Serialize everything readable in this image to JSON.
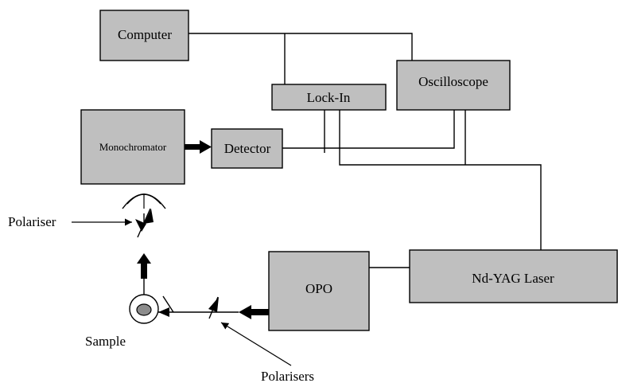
{
  "diagram": {
    "blocks": {
      "computer": "Computer",
      "lockin": "Lock-In",
      "oscilloscope": "Oscilloscope",
      "monochromator": "Monochromator",
      "detector": "Detector",
      "opo": "OPO",
      "laser": "Nd-YAG Laser"
    },
    "labels": {
      "polariser": "Polariser",
      "sample": "Sample",
      "polarisers": "Polarisers"
    }
  }
}
